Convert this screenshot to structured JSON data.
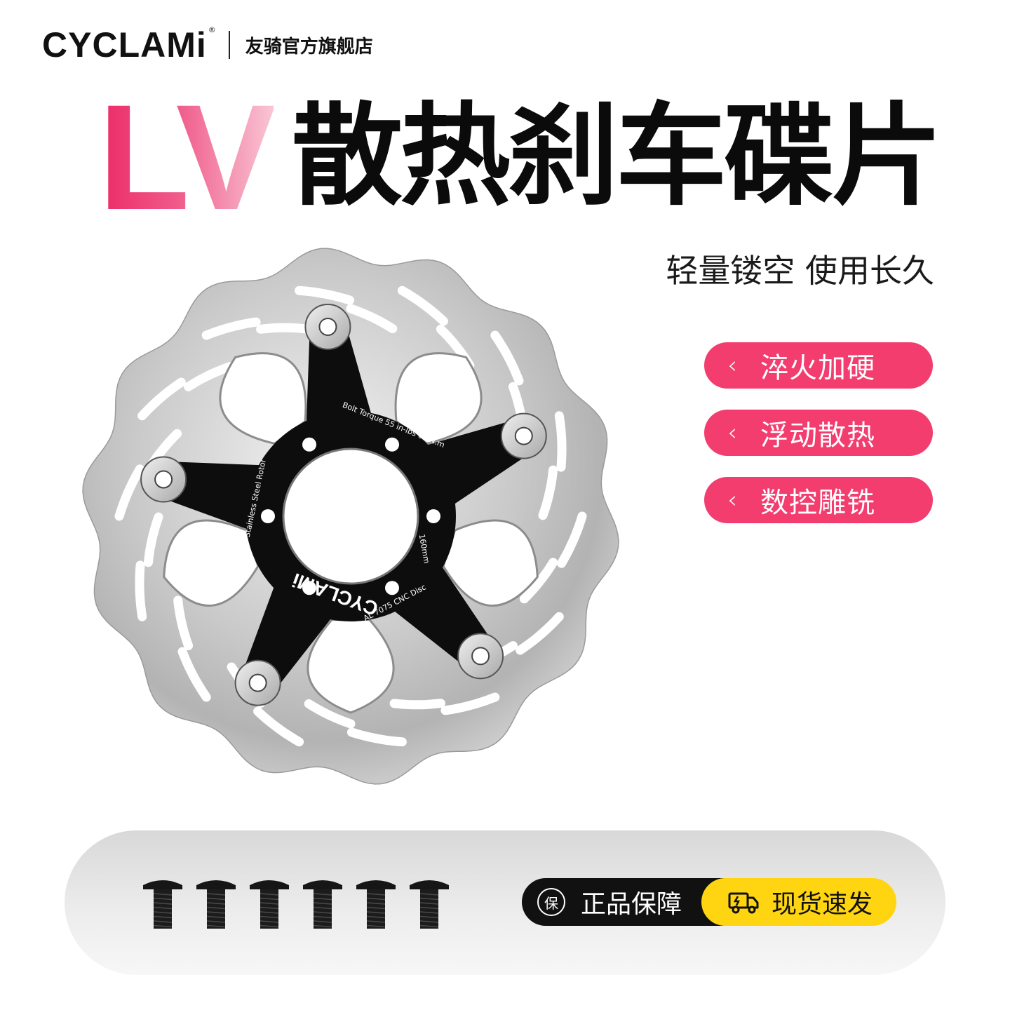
{
  "header": {
    "brand_logo": "CYCLAMi",
    "brand_reg": "®",
    "store_name": "友骑官方旗舰店"
  },
  "hero": {
    "model": "LV",
    "title": "散热刹车碟片",
    "subtitle": "轻量镂空 使用长久"
  },
  "features": [
    {
      "label": "淬火加硬"
    },
    {
      "label": "浮动散热"
    },
    {
      "label": "数控雕铣"
    }
  ],
  "rotor": {
    "brand_text": "CYCLAMi",
    "torque_text": "Bolt Torque 55 in-lbs 6.2N.m",
    "material_text": "Stainless Steel Rotor",
    "disc_text": "AL 7075 CNC Disc",
    "size_text": "160mm"
  },
  "bottom": {
    "guarantee_icon_char": "保",
    "guarantee_label": "正品保障",
    "shipping_label": "现货速发"
  },
  "colors": {
    "accent": "#f23d6e",
    "badge_dark": "#111111",
    "badge_yellow": "#ffd511"
  }
}
